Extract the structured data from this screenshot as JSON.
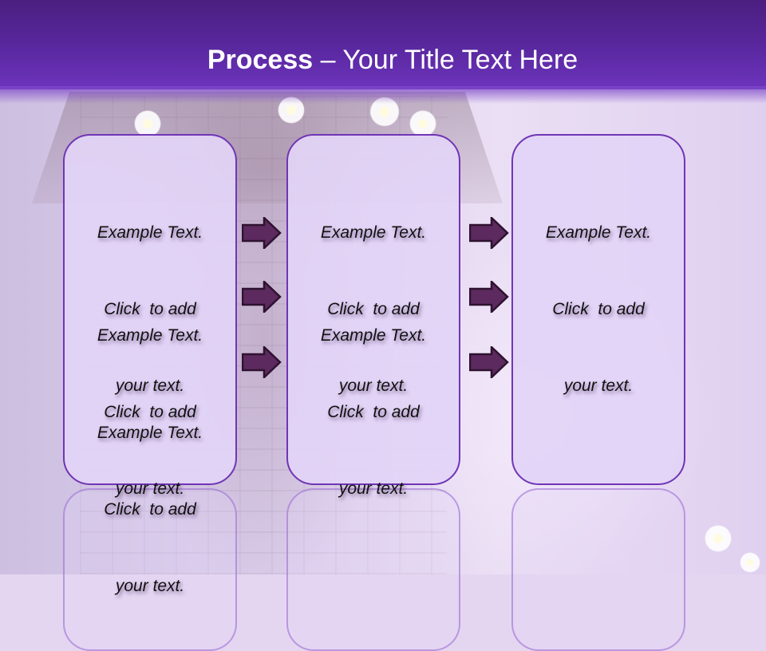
{
  "slide": {
    "title_bold": "Process",
    "title_rest": " – Your Title Text Here",
    "colors": {
      "header_top": "#4a1f80",
      "header_bottom": "#6d34bd",
      "box_border": "#7035b5",
      "box_fill": "#e2d4f6",
      "arrow_fill": "#5c2a5e",
      "arrow_stroke": "#2e1230"
    }
  },
  "columns": [
    {
      "blocks": [
        {
          "line1": "Example Text.",
          "line2": "Click  to add",
          "line3": "your text."
        },
        {
          "line1": "Example Text.",
          "line2": "Click  to add",
          "line3": "your text."
        },
        {
          "line1": "Example Text.",
          "line2": "Click  to add",
          "line3": "your text."
        }
      ]
    },
    {
      "blocks": [
        {
          "line1": "Example Text.",
          "line2": "Click  to add",
          "line3": "your text."
        },
        {
          "line1": "Example Text.",
          "line2": "Click  to add",
          "line3": "your text."
        }
      ]
    },
    {
      "blocks": [
        {
          "line1": "Example Text.",
          "line2": "Click  to add",
          "line3": "your text."
        }
      ]
    }
  ],
  "arrows": {
    "icon": "right-arrow-icon",
    "count_between_col1_col2": 3,
    "count_between_col2_col3": 3
  }
}
